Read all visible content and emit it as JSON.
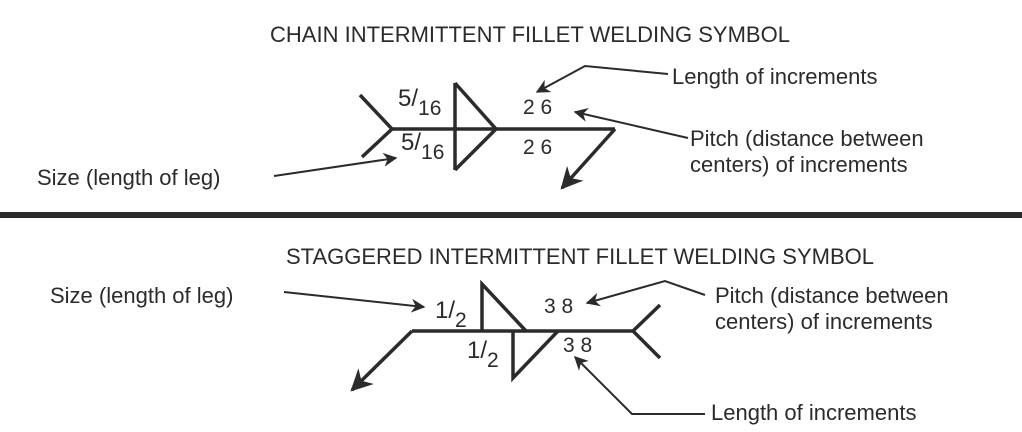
{
  "chain": {
    "title": "CHAIN INTERMITTENT FILLET WELDING SYMBOL",
    "size_top": {
      "num": "5/",
      "den": "16"
    },
    "size_bottom": {
      "num": "5/",
      "den": "16"
    },
    "length_pitch_top": "2 6",
    "length_pitch_bottom": "2 6",
    "labels": {
      "length": "Length of increments",
      "pitch_line1": "Pitch (distance between",
      "pitch_line2": "centers) of increments",
      "size": "Size (length of leg)"
    }
  },
  "staggered": {
    "title": "STAGGERED INTERMITTENT FILLET WELDING SYMBOL",
    "size_top": {
      "num": "1/",
      "den": "2"
    },
    "size_bottom": {
      "num": "1/",
      "den": "2"
    },
    "length_pitch_top": "3 8",
    "length_pitch_bottom": "3 8",
    "labels": {
      "size": "Size (length of leg)",
      "pitch_line1": "Pitch (distance between",
      "pitch_line2": "centers) of increments",
      "length": "Length of increments"
    }
  }
}
